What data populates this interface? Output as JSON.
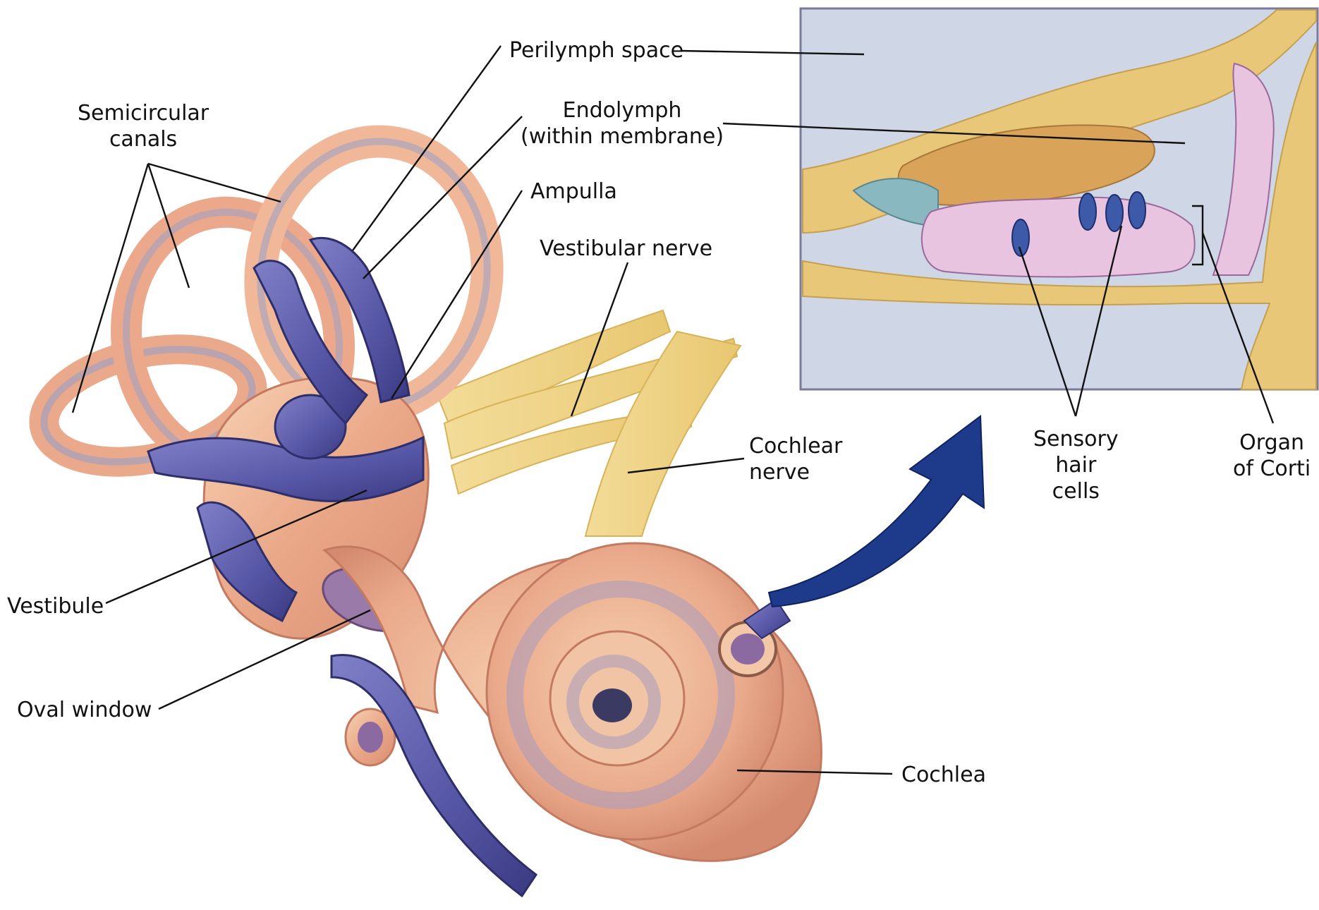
{
  "labels": {
    "semicircular_canals": [
      "Semicircular",
      "canals"
    ],
    "perilymph_space": "Perilymph space",
    "endolymph": [
      "Endolymph",
      "(within membrane)"
    ],
    "ampulla": "Ampulla",
    "vestibular_nerve": "Vestibular nerve",
    "cochlear_nerve": [
      "Cochlear",
      "nerve"
    ],
    "vestibule": "Vestibule",
    "oval_window": "Oval window",
    "cochlea": "Cochlea",
    "sensory_hair_cells": [
      "Sensory",
      "hair",
      "cells"
    ],
    "organ_of_corti": [
      "Organ",
      "of Corti"
    ]
  },
  "colors": {
    "bone_peach": "#e9a98a",
    "bone_light": "#f5c9a8",
    "membrane_purple": "#5a5aa8",
    "membrane_dark": "#3a3a80",
    "nerve_yellow": "#f0d98a",
    "inset_bg": "#cfd6e6",
    "inset_tissue": "#e8c878",
    "hair_cell_blue": "#3c5aa8",
    "cell_pink": "#e8c4e0",
    "arrow_blue": "#1e3a8a",
    "leader_line": "#111111"
  }
}
